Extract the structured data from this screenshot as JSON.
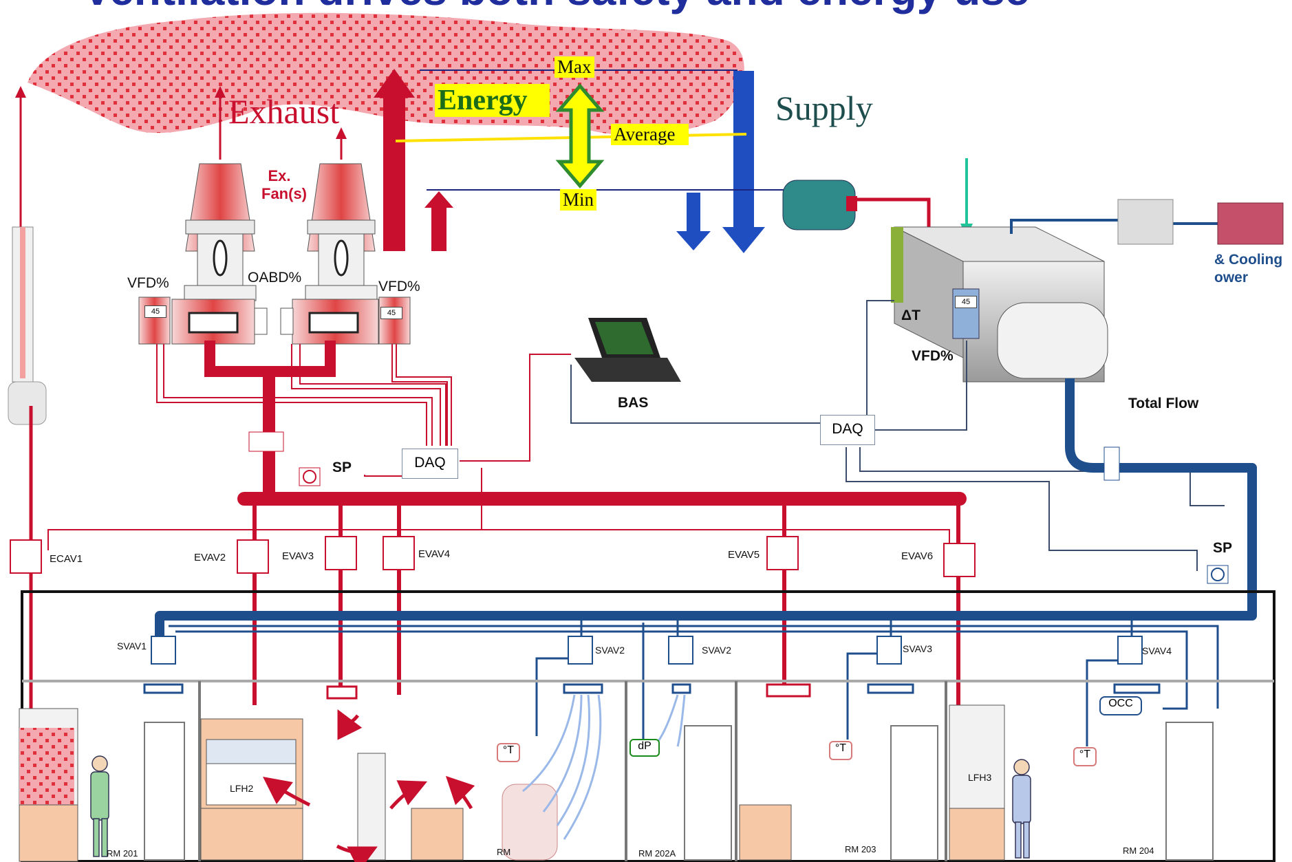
{
  "title": "Ventilation drives both safety and energy use",
  "flow_labels": {
    "exhaust": "Exhaust",
    "supply": "Supply",
    "energy": "Energy",
    "max": "Max",
    "average": "Average",
    "min": "Min"
  },
  "fans": {
    "label": "Ex. Fan(s)",
    "vfd_left": "VFD%",
    "vfd_right": "VFD%",
    "oabd": "OABD%",
    "gauge_value": "45"
  },
  "ahu": {
    "delta_t": "ΔT",
    "vfd": "VFD%",
    "gauge_value": "45",
    "total_flow": "Total Flow",
    "plant": "& Cooling ower"
  },
  "controls": {
    "bas": "BAS",
    "daq_left": "DAQ",
    "daq_right": "DAQ",
    "sp_left": "SP",
    "sp_right": "SP"
  },
  "exhaust_valves": [
    "ECAV1",
    "EVAV2",
    "EVAV3",
    "EVAV4",
    "EVAV5",
    "EVAV6"
  ],
  "supply_valves": [
    "SVAV1",
    "SVAV2",
    "SVAV2",
    "SVAV3",
    "SVAV4"
  ],
  "sensors": {
    "temp": "°T",
    "dp": "dP",
    "occ": "OCC"
  },
  "hoods": {
    "lfh2": "LFH2",
    "lfh3": "LFH3"
  },
  "rooms": [
    "RM 201",
    "RM",
    "RM 202A",
    "RM 203",
    "RM 204"
  ],
  "colors": {
    "exhaust": "#c8102e",
    "supply": "#1f4e8c",
    "title": "#1f2e9c",
    "energy_box": "#ffff00",
    "energy_arrow": "#2e8b2e"
  }
}
